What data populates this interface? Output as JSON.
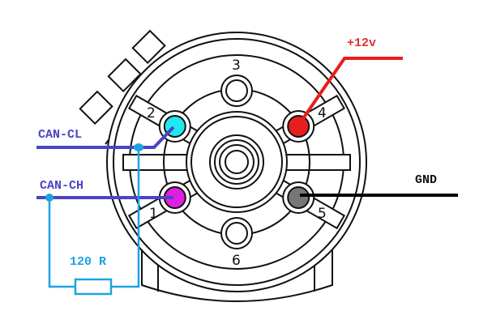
{
  "labels": {
    "power": "+12v",
    "can_low": "CAN-CL",
    "can_high": "CAN-CH",
    "ground": "GND",
    "resistor": "120 R"
  },
  "pins": [
    "1",
    "2",
    "3",
    "4",
    "5",
    "6"
  ],
  "colors": {
    "pin1": "#e020e0",
    "pin2": "#20e8f0",
    "pin4": "#e81e1e",
    "pin5": "#777777",
    "can_wire": "#4a44c4",
    "resistor_wire": "#1ea2e2",
    "power_wire": "#e81e1e",
    "ground_wire": "#000000"
  }
}
